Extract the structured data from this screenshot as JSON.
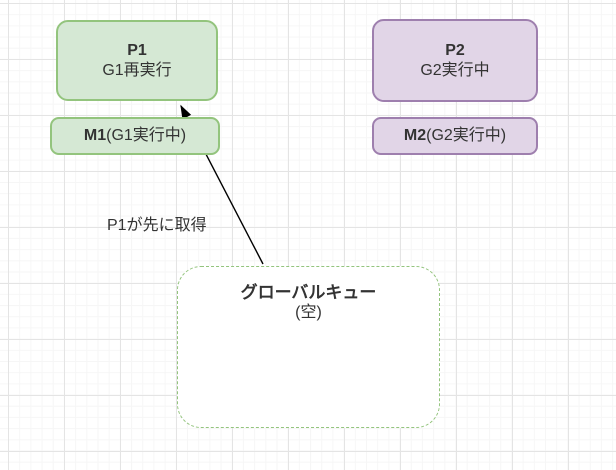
{
  "nodes": {
    "p1": {
      "name": "P1",
      "status": "G1再実行"
    },
    "m1": {
      "prefix": "M1",
      "detail": "(G1実行中)"
    },
    "p2": {
      "name": "P2",
      "status": "G2実行中"
    },
    "m2": {
      "prefix": "M2",
      "detail": "(G2実行中)"
    },
    "global_queue": {
      "title": "グローバルキュー",
      "state": "(空)"
    }
  },
  "edges": {
    "queue_to_p1": {
      "label": "P1が先に取得"
    }
  },
  "colors": {
    "green_fill": "#d5e8d4",
    "green_border": "#93c47d",
    "purple_fill": "#e1d5e7",
    "purple_border": "#9e7fae",
    "queue_dash_border": "#93c47d",
    "arrow": "#000000",
    "text": "#333333",
    "grid_major": "#e4e4e4",
    "grid_minor": "#f6f6f6",
    "canvas_bg": "#ffffff"
  }
}
